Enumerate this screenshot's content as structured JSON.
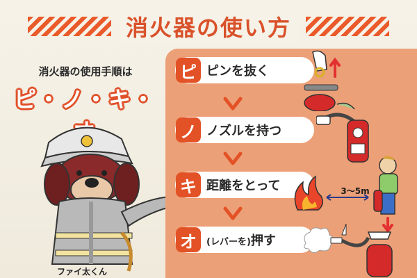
{
  "title": "消火器の使い方",
  "subtitle": "消火器の使用手順は",
  "mnemonic": "ピ・ノ・キ・オ",
  "mascot_name": "ファイ太くん",
  "steps": [
    {
      "badge": "ピ",
      "label": "ピンを抜く"
    },
    {
      "badge": "ノ",
      "label": "ノズルを持つ"
    },
    {
      "badge": "キ",
      "label": "距離をとって"
    },
    {
      "badge": "オ",
      "label_prefix": "(レバーを)",
      "label": "押す"
    }
  ],
  "distance": "3～5m",
  "colors": {
    "accent": "#e35226",
    "panel": "#eca077",
    "background": "#f3efe4"
  }
}
